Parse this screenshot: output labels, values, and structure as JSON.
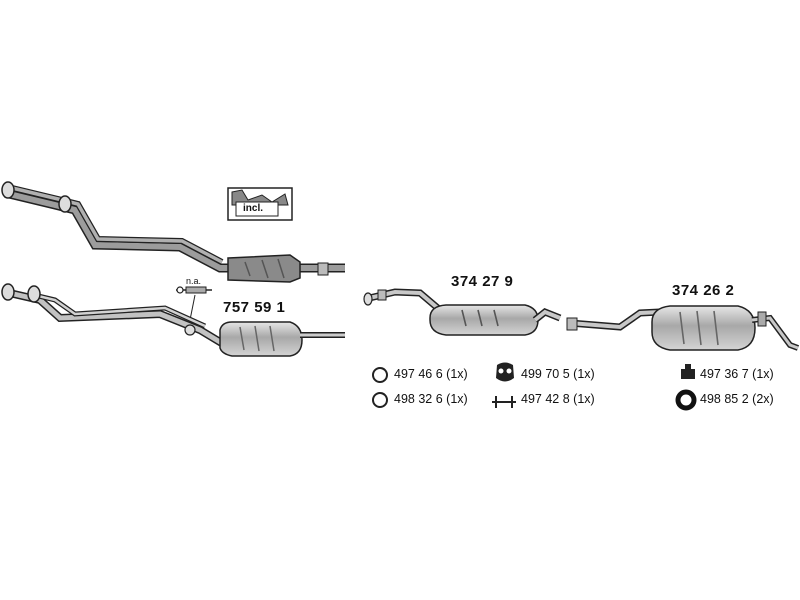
{
  "diagram": {
    "incl_label": "incl.",
    "na_label": "n.a.",
    "parts": [
      {
        "number": "757 59 1"
      },
      {
        "number": "374 27 9"
      },
      {
        "number": "374 26 2"
      }
    ],
    "accessories": [
      {
        "number": "497 46 6",
        "qty": "(1x)",
        "icon": "clamp-ring-icon"
      },
      {
        "number": "498 32 6",
        "qty": "(1x)",
        "icon": "clamp-ring-icon"
      },
      {
        "number": "499 70 5",
        "qty": "(1x)",
        "icon": "rubber-hanger-icon"
      },
      {
        "number": "497 42 8",
        "qty": "(1x)",
        "icon": "bracket-clip-icon"
      },
      {
        "number": "497 36 7",
        "qty": "(1x)",
        "icon": "mount-bracket-icon"
      },
      {
        "number": "498 85 2",
        "qty": "(2x)",
        "icon": "gasket-ring-icon"
      }
    ]
  }
}
